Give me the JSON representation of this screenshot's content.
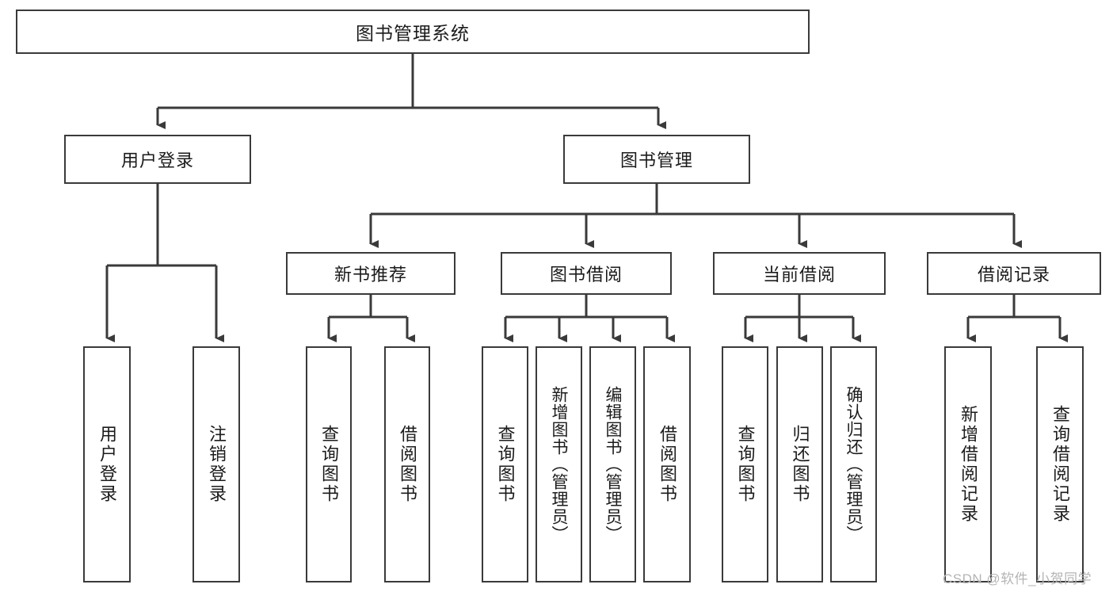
{
  "diagram": {
    "title": "图书管理系统",
    "type": "tree",
    "colors": {
      "box_border": "#3a3a3a",
      "box_fill": "#ffffff",
      "connector": "#3a3a3a",
      "text": "#1b1b1b",
      "watermark": "#b4b4b4",
      "background": "#ffffff"
    },
    "root": {
      "label": "图书管理系统"
    },
    "level1": [
      {
        "label": "用户登录"
      },
      {
        "label": "图书管理"
      }
    ],
    "level2": [
      {
        "label": "新书推荐"
      },
      {
        "label": "图书借阅"
      },
      {
        "label": "当前借阅"
      },
      {
        "label": "借阅记录"
      }
    ],
    "leaves": {
      "user_login": [
        {
          "label": "用户登录"
        },
        {
          "label": "注销登录"
        }
      ],
      "new_book_recommend": [
        {
          "label": "查询图书"
        },
        {
          "label": "借阅图书"
        }
      ],
      "book_borrow": [
        {
          "label": "查询图书"
        },
        {
          "label": "新增图书（管理员）"
        },
        {
          "label": "编辑图书（管理员）"
        },
        {
          "label": "借阅图书"
        }
      ],
      "current_borrow": [
        {
          "label": "查询图书"
        },
        {
          "label": "归还图书"
        },
        {
          "label": "确认归还（管理员）"
        }
      ],
      "borrow_record": [
        {
          "label": "新增借阅记录"
        },
        {
          "label": "查询借阅记录"
        }
      ]
    }
  },
  "watermark": {
    "text": "CSDN @软件_小贺同学"
  }
}
